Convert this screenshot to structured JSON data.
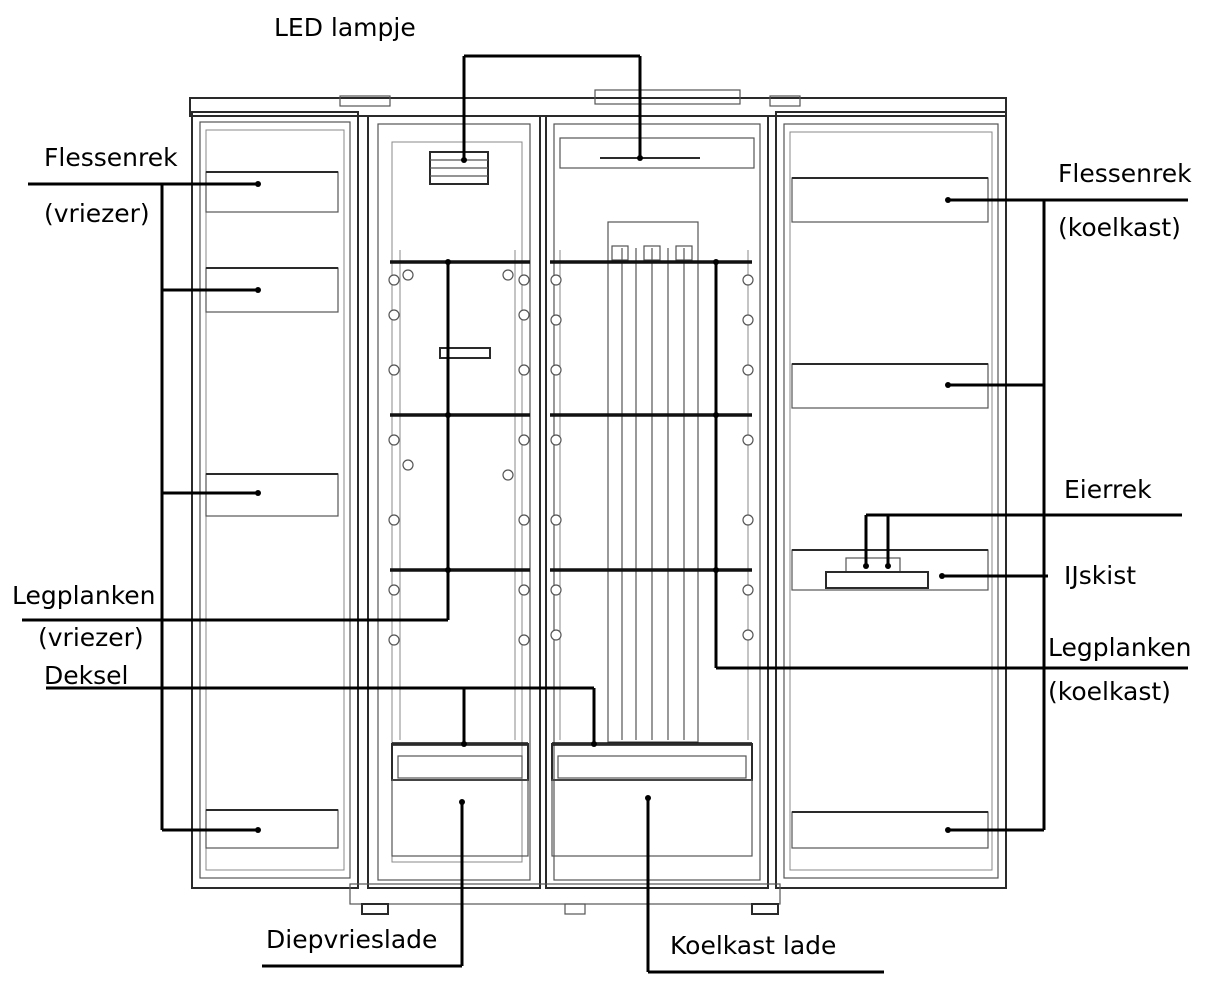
{
  "labels": {
    "led_lamp": "LED lampje",
    "bottle_rack_freezer_1": "Flessenrek",
    "bottle_rack_freezer_2": "(vriezer)",
    "bottle_rack_fridge_1": "Flessenrek",
    "bottle_rack_fridge_2": "(koelkast)",
    "egg_rack": "Eierrek",
    "ice_box": "IJskist",
    "shelves_freezer_1": "Legplanken",
    "shelves_freezer_2": "(vriezer)",
    "cover": "Deksel",
    "shelves_fridge_1": "Legplanken",
    "shelves_fridge_2": "(koelkast)",
    "freezer_drawer": "Diepvrieslade",
    "fridge_drawer": "Koelkast lade"
  }
}
